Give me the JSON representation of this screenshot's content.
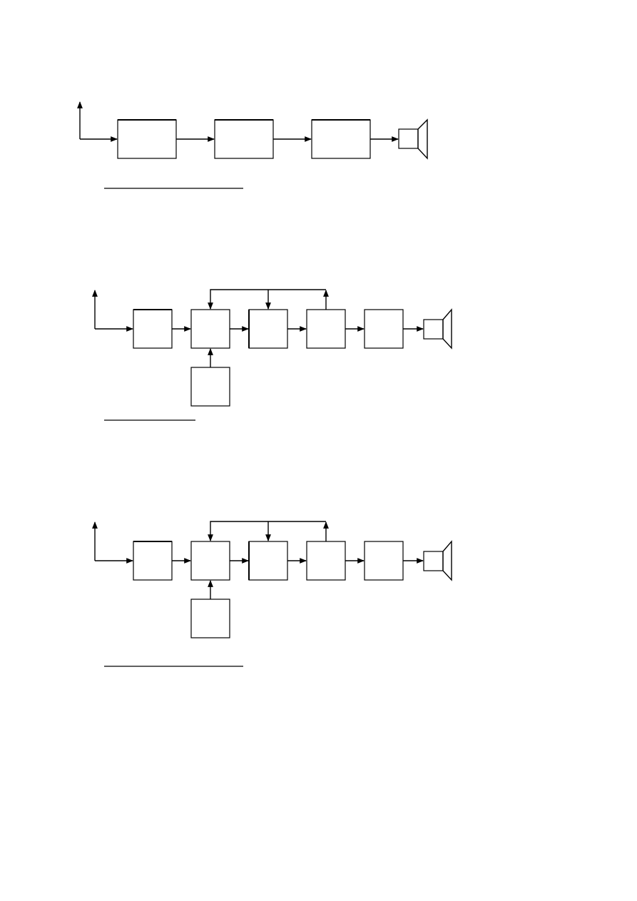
{
  "diagrams": [
    {
      "name": "diagram-1",
      "blocks": 3,
      "has_local_oscillator": false,
      "has_feedback_loop": false,
      "output": "speaker-icon",
      "input": "antenna-icon"
    },
    {
      "name": "diagram-2",
      "blocks": 5,
      "has_local_oscillator": true,
      "has_feedback_loop": true,
      "output": "speaker-icon",
      "input": "antenna-icon"
    },
    {
      "name": "diagram-3",
      "blocks": 5,
      "has_local_oscillator": true,
      "has_feedback_loop": true,
      "output": "speaker-icon",
      "input": "antenna-icon"
    }
  ],
  "colors": {
    "stroke": "#000000",
    "background": "#ffffff"
  }
}
